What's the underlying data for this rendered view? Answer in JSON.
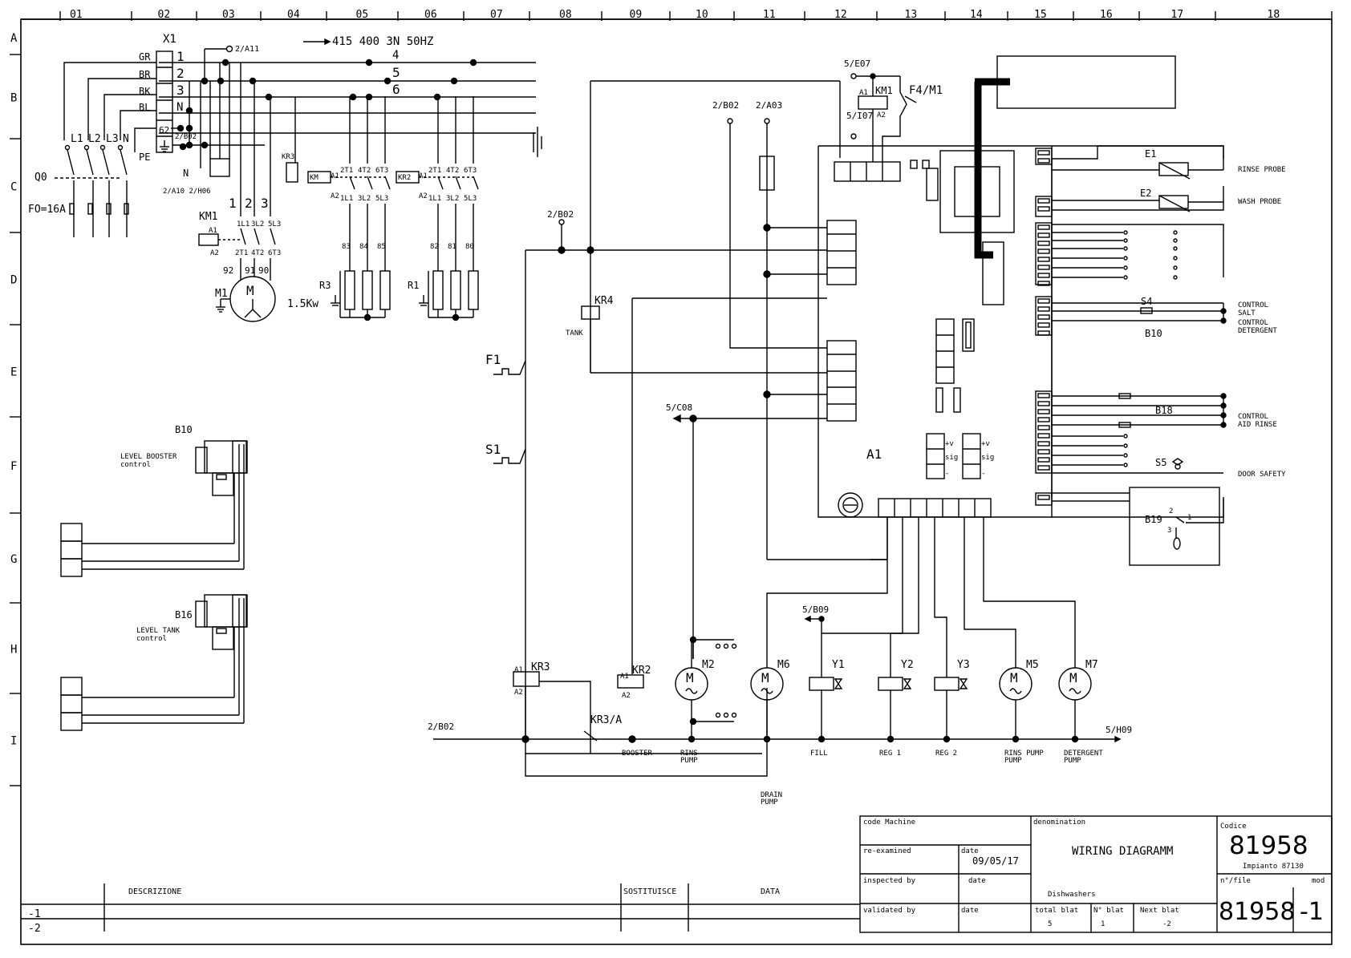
{
  "columns": [
    "01",
    "02",
    "03",
    "04",
    "05",
    "06",
    "07",
    "08",
    "09",
    "10",
    "11",
    "12",
    "13",
    "14",
    "15",
    "16",
    "17",
    "18"
  ],
  "rows": [
    "A",
    "B",
    "C",
    "D",
    "E",
    "F",
    "G",
    "H",
    "I"
  ],
  "supply": {
    "label": "415  400 3N 50HZ",
    "phases": [
      "4",
      "5",
      "6"
    ]
  },
  "terminal": {
    "name": "X1",
    "wires": [
      "GR",
      "BR",
      "BK",
      "BL"
    ],
    "pins": [
      "1",
      "2",
      "3",
      "N",
      "62"
    ],
    "ref_a11": "2/A11",
    "ref_pe": "PE",
    "ref_n": "N",
    "ref_refs": "2/A10 2/H06",
    "sub": "2/B02"
  },
  "mains": {
    "switch": "Q0",
    "fuse": "FO=16A",
    "lines": [
      "L1",
      "L2",
      "L3",
      "N"
    ]
  },
  "motor_m1": {
    "contactor": "KM1",
    "name": "M1",
    "power": "1.5Kw",
    "nums": [
      "1",
      "2",
      "3"
    ],
    "terms_top": [
      "1L1",
      "3L2",
      "5L3"
    ],
    "terms_bot": [
      "2T1",
      "4T2",
      "6T3"
    ],
    "wires": [
      "92",
      "91",
      "90"
    ]
  },
  "contactor_terms": {
    "top": [
      "1L1",
      "3L2",
      "5L3"
    ],
    "mid": [
      "2T1",
      "4T2",
      "6T3"
    ],
    "a1": "A1",
    "a2": "A2"
  },
  "kr3_small": "KR3",
  "heater_bank_1": {
    "relay": "KM",
    "nums": [
      "83",
      "84",
      "85"
    ],
    "res": "R3"
  },
  "heater_bank_2": {
    "relay": "KR2",
    "nums": [
      "82",
      "81",
      "80"
    ],
    "res": "R1"
  },
  "refs": {
    "r1": "2/B02",
    "r2": "2/A03",
    "r3": "2/B02",
    "r4": "5/C08",
    "r5": "5/B09",
    "r6": "2/B02",
    "r7": "5/H09",
    "r8": "5/E07",
    "r9": "5/I07"
  },
  "relays": {
    "km1": "KM1",
    "f4": "F4/M1",
    "kr4": "KR4",
    "tank": "TANK",
    "kr3": "KR3",
    "kr3a": "KR3/A",
    "kr2": "KR2"
  },
  "switches": {
    "f1": "F1",
    "s1": "S1"
  },
  "board": "A1",
  "sig_labels": [
    "+v",
    "sig",
    "-"
  ],
  "probes": {
    "e1": "E1",
    "e2": "E2",
    "rinse": "RINSE PROBE",
    "wash": "WASH PROBE"
  },
  "inputs": {
    "s4": "S4",
    "b10": "B10",
    "salt": [
      "CONTROL",
      "SALT"
    ],
    "det": [
      "CONTROL",
      "DETERGENT"
    ],
    "b18": "B18",
    "aid": [
      "CONTROL",
      "AID RINSE"
    ],
    "s5": "S5",
    "door": "DOOR SAFETY",
    "b19": "B19",
    "b19_pins": [
      "2",
      "1",
      "3"
    ]
  },
  "level": {
    "b10": "B10",
    "b10_label": [
      "LEVEL BOOSTER",
      "control"
    ],
    "b16": "B16",
    "b16_label": [
      "LEVEL TANK",
      "control"
    ]
  },
  "loads": [
    {
      "name": "M2",
      "type": "motor",
      "label": [
        "RINS",
        "PUMP"
      ]
    },
    {
      "name": "M6",
      "type": "motor",
      "label": [
        "DRAIN",
        "PUMP"
      ]
    },
    {
      "name": "Y1",
      "type": "valve",
      "label": [
        "FILL"
      ]
    },
    {
      "name": "Y2",
      "type": "valve",
      "label": [
        "REG 1"
      ]
    },
    {
      "name": "Y3",
      "type": "valve",
      "label": [
        "REG 2"
      ]
    },
    {
      "name": "M5",
      "type": "motor",
      "label": [
        "RINS PUMP",
        "PUMP"
      ]
    },
    {
      "name": "M7",
      "type": "motor",
      "label": [
        "DETERGENT",
        "PUMP"
      ]
    }
  ],
  "booster": "BOOSTER",
  "revision": {
    "descr": "DESCRIZIONE",
    "sost": "SOSTITUISCE",
    "data": "DATA",
    "rows": [
      "-1",
      "-2"
    ]
  },
  "titleblock": {
    "code_machine": "code Machine",
    "denomination": "denomination",
    "codice": "Codice",
    "code": "81958",
    "re_examined": "re-examined",
    "date_label": "date",
    "date": "09/05/17",
    "title": "WIRING DIAGRAMM",
    "impianto": "Impianto  87130",
    "inspected": "inspected by",
    "nfile": "n°/file",
    "mod": "mod",
    "product": "Dishwashers",
    "validated": "validated by",
    "total_blat": "total blat",
    "total_val": "5",
    "n_blat": "N° blat",
    "n_val": "1",
    "next_blat": "Next blat",
    "next_val": "-2",
    "file_code": "81958",
    "file_mod": "-1"
  }
}
